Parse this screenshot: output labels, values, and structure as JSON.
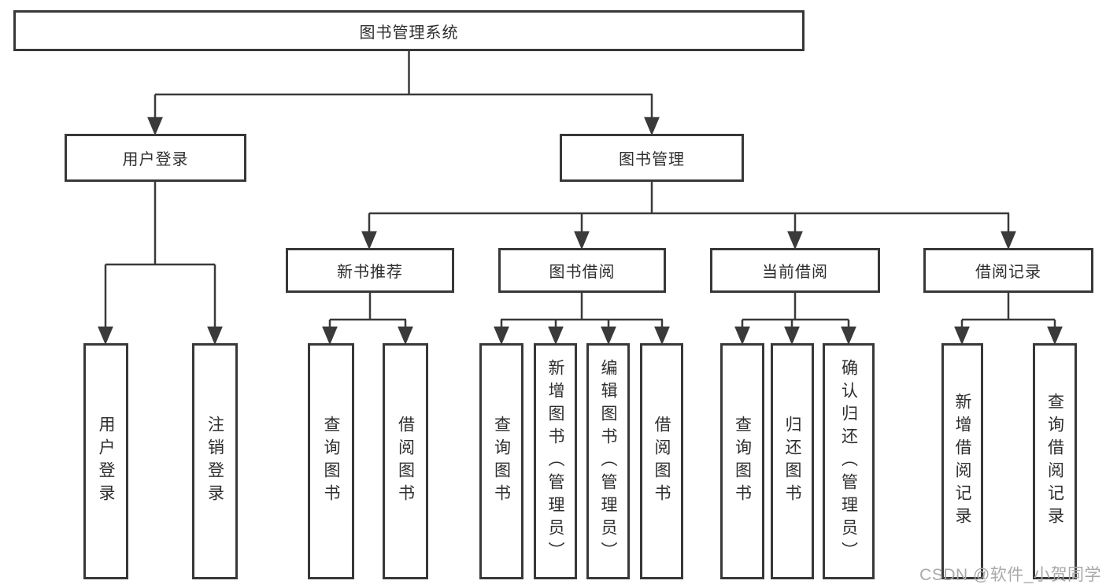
{
  "diagram": {
    "root": "图书管理系统",
    "branches": [
      {
        "label": "用户登录",
        "children": [
          {
            "label": "用户登录"
          },
          {
            "label": "注销登录"
          }
        ]
      },
      {
        "label": "图书管理",
        "children": [
          {
            "label": "新书推荐",
            "children": [
              {
                "label": "查询图书"
              },
              {
                "label": "借阅图书"
              }
            ]
          },
          {
            "label": "图书借阅",
            "children": [
              {
                "label": "查询图书"
              },
              {
                "label": "新增图书（管理员）"
              },
              {
                "label": "编辑图书（管理员）"
              },
              {
                "label": "借阅图书"
              }
            ]
          },
          {
            "label": "当前借阅",
            "children": [
              {
                "label": "查询图书"
              },
              {
                "label": "归还图书"
              },
              {
                "label": "确认归还（管理员）"
              }
            ]
          },
          {
            "label": "借阅记录",
            "children": [
              {
                "label": "新增借阅记录"
              },
              {
                "label": "查询借阅记录"
              }
            ]
          }
        ]
      }
    ]
  },
  "watermark": {
    "text": "CSDN @软件_小贺同学"
  },
  "colors": {
    "line": "#3a3a3a",
    "box_border": "#383838",
    "text": "#2e2e2e",
    "watermark": "#a9a9ad",
    "background": "#ffffff"
  }
}
